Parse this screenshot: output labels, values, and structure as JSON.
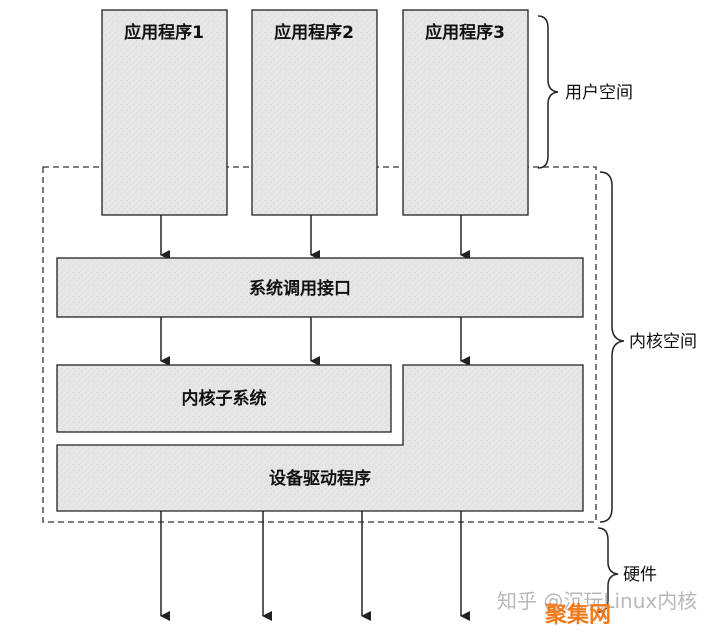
{
  "diagram": {
    "applications": [
      "应用程序1",
      "应用程序2",
      "应用程序3"
    ],
    "syscall_interface": "系统调用接口",
    "kernel_subsystem": "内核子系统",
    "device_drivers": "设备驱动程序",
    "regions": {
      "user_space": "用户空间",
      "kernel_space": "内核空间",
      "hardware": "硬件"
    }
  },
  "watermark": {
    "text": "知乎 @沉玩Linux内核",
    "brand": "聚集网"
  },
  "colors": {
    "box_fill": "#e6e6e6",
    "stroke": "#222222"
  }
}
